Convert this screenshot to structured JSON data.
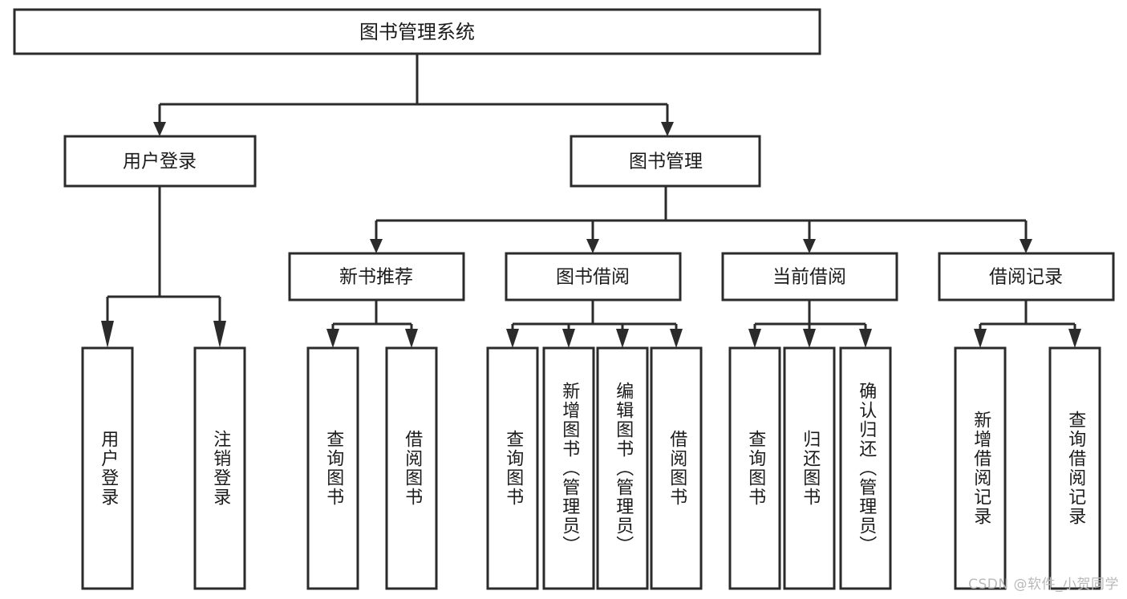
{
  "diagram": {
    "title": "图书管理系统",
    "watermark": "CSDN @软件_小贺同学",
    "colors": {
      "stroke": "#2b2b2b",
      "fill": "#ffffff",
      "text": "#1b1b1b",
      "watermark": "#b9b9b9"
    },
    "root": {
      "label": "图书管理系统"
    },
    "level2": [
      {
        "label": "用户登录"
      },
      {
        "label": "图书管理"
      }
    ],
    "level3": [
      {
        "label": "新书推荐"
      },
      {
        "label": "图书借阅"
      },
      {
        "label": "当前借阅"
      },
      {
        "label": "借阅记录"
      }
    ],
    "leaves_user_login": [
      {
        "label": "用户登录"
      },
      {
        "label": "注销登录"
      }
    ],
    "leaves_new_book": [
      {
        "label": "查询图书"
      },
      {
        "label": "借阅图书"
      }
    ],
    "leaves_borrow": [
      {
        "label": "查询图书"
      },
      {
        "label": "新增图书（管理员）"
      },
      {
        "label": "编辑图书（管理员）"
      },
      {
        "label": "借阅图书"
      }
    ],
    "leaves_current": [
      {
        "label": "查询图书"
      },
      {
        "label": "归还图书"
      },
      {
        "label": "确认归还（管理员）"
      }
    ],
    "leaves_records": [
      {
        "label": "新增借阅记录"
      },
      {
        "label": "查询借阅记录"
      }
    ]
  }
}
